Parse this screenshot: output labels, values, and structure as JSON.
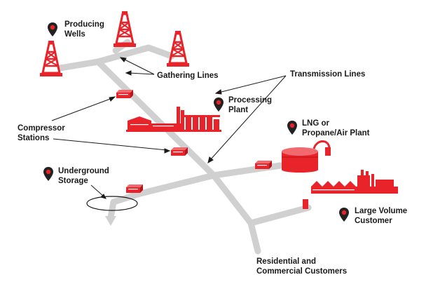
{
  "labels": {
    "producing_wells": [
      "Producing",
      "Wells"
    ],
    "gathering_lines": "Gathering Lines",
    "transmission_lines": "Transmission Lines",
    "processing_plant": [
      "Processing",
      "Plant"
    ],
    "compressor_stations": [
      "Compressor",
      "Stations"
    ],
    "lng_plant": [
      "LNG or",
      "Propane/Air Plant"
    ],
    "underground_storage": [
      "Underground",
      "Storage"
    ],
    "large_volume_customer": [
      "Large Volume",
      "Customer"
    ],
    "residential_commercial": [
      "Residential and",
      "Commercial Customers"
    ]
  },
  "colors": {
    "accent_red": "#e8232a",
    "pipeline_gray": "#d0d0d0",
    "text": "#1a1a1a",
    "pin_dark": "#222222"
  },
  "icons": [
    "map-pin-icon",
    "oil-derrick-icon",
    "compressor-station-icon",
    "processing-plant-icon",
    "lng-tank-icon",
    "factory-icon",
    "storage-loop-icon"
  ]
}
